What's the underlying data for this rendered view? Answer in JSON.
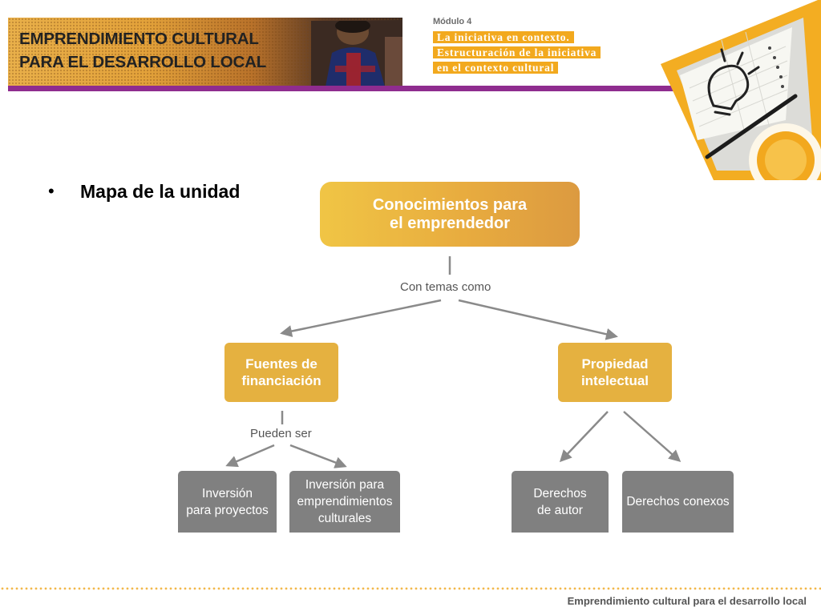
{
  "header": {
    "title_line1": "EMPRENDIMIENTO CULTURAL",
    "title_line2": "PARA EL DESARROLLO LOCAL",
    "module_label": "Módulo 4",
    "module_tags": [
      "La iniciativa en contexto.",
      "Estructuración de la iniciativa",
      "en el contexto cultural"
    ]
  },
  "slide": {
    "bullet": "Mapa de la unidad"
  },
  "concept_map": {
    "root": "Conocimientos para\nel emprendedor",
    "root_connector_label": "Con temas como",
    "branches": [
      {
        "label": "Fuentes de\nfinanciación",
        "connector_label": "Pueden ser",
        "children": [
          "Inversión\npara proyectos",
          "Inversión para\nemprendimientos\nculturales"
        ]
      },
      {
        "label": "Propiedad\nintelectual",
        "children": [
          "Derechos\nde autor",
          "Derechos conexos"
        ]
      }
    ]
  },
  "footer": {
    "text": "Emprendimiento cultural para el desarrollo local"
  },
  "colors": {
    "accent_orange": "#f2a91e",
    "node_gold": "#e5b140",
    "leaf_gray": "#808080",
    "rule_purple": "#8f2c8f"
  }
}
